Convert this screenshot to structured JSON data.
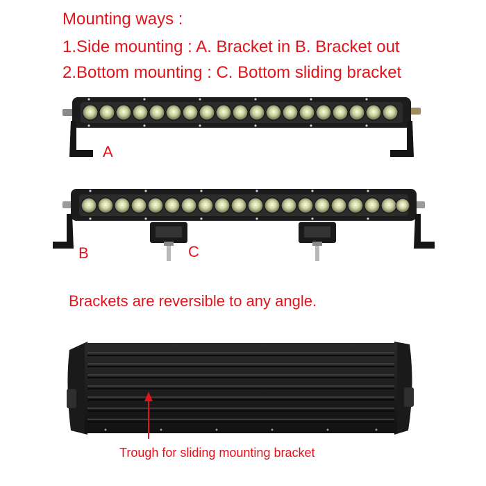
{
  "colors": {
    "text_red": "#e0141b"
  },
  "text": {
    "heading": "Mounting ways :",
    "line1": "1.Side mounting : A. Bracket in    B. Bracket out",
    "line2": "2.Bottom mounting : C. Bottom sliding bracket",
    "label_a": "A",
    "label_b": "B",
    "label_c": "C",
    "reversible": "Brackets are reversible to any angle.",
    "trough": "Trough for sliding mounting bracket"
  }
}
